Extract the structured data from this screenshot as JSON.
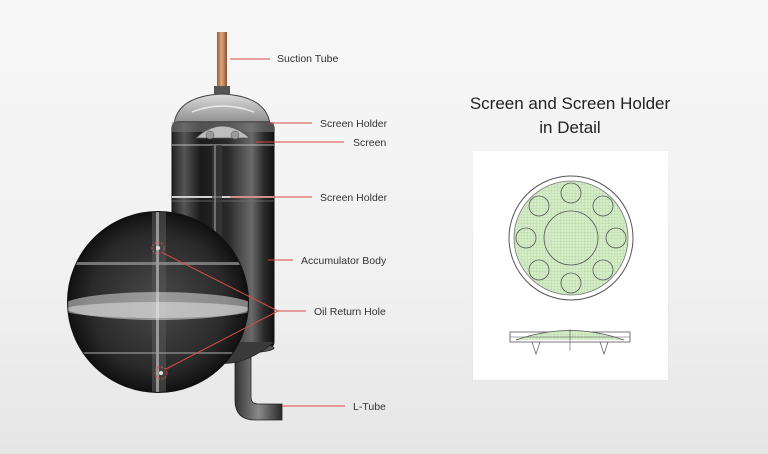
{
  "labels": {
    "suction_tube": "Suction Tube",
    "screen_holder_top": "Screen Holder",
    "screen": "Screen",
    "screen_holder_mid": "Screen Holder",
    "accumulator_body": "Accumulator Body",
    "oil_return_hole": "Oil Return Hole",
    "l_tube": "L-Tube"
  },
  "detail": {
    "title_line1": "Screen and Screen Holder",
    "title_line2": "in Detail"
  },
  "colors": {
    "leader_line": "#d94a4a",
    "copper": "#c98a5a",
    "mesh_green": "#cfe8c4"
  }
}
